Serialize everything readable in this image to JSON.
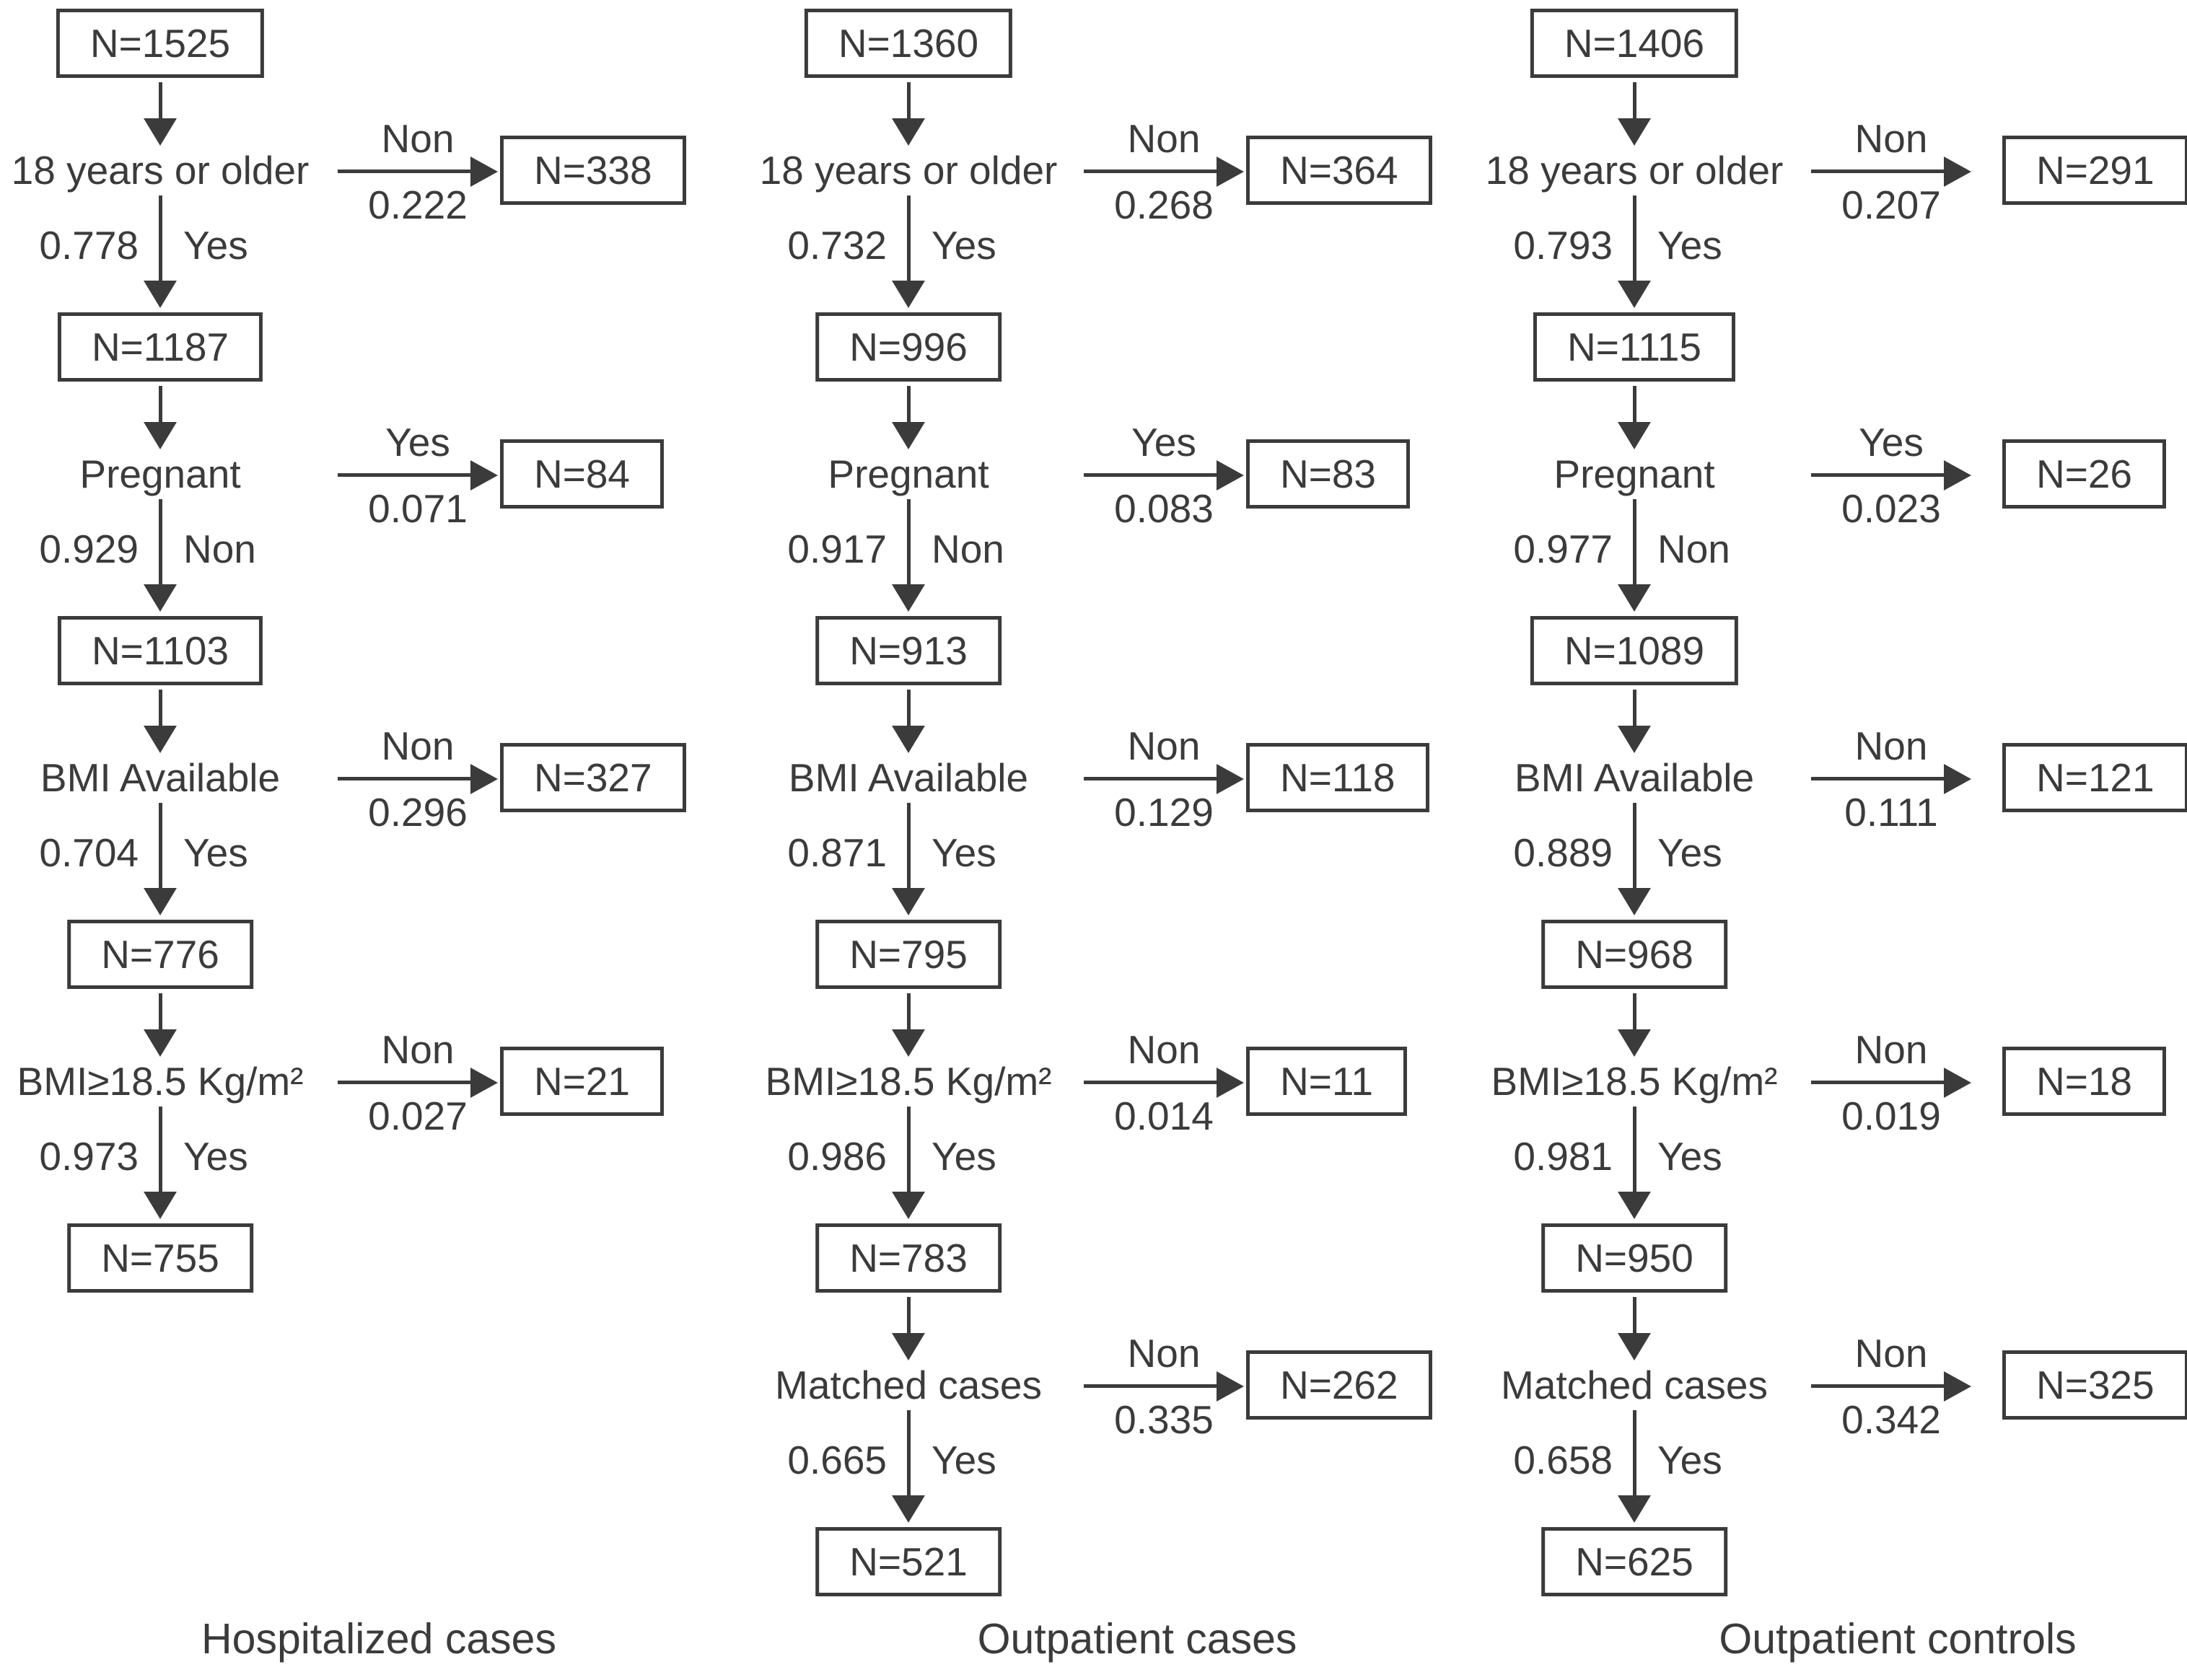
{
  "columns": [
    {
      "caption": "Hospitalized cases",
      "flow": [
        {
          "type": "box",
          "label": "N=1525"
        },
        {
          "type": "decision",
          "label": "18 years or older",
          "branch": {
            "label": "Non",
            "ratio": "0.222",
            "box": "N=338"
          },
          "down": {
            "ratio": "0.778",
            "label": "Yes"
          }
        },
        {
          "type": "box",
          "label": "N=1187"
        },
        {
          "type": "decision",
          "label": "Pregnant",
          "branch": {
            "label": "Yes",
            "ratio": "0.071",
            "box": "N=84"
          },
          "down": {
            "ratio": "0.929",
            "label": "Non"
          }
        },
        {
          "type": "box",
          "label": "N=1103"
        },
        {
          "type": "decision",
          "label": "BMI Available",
          "branch": {
            "label": "Non",
            "ratio": "0.296",
            "box": "N=327"
          },
          "down": {
            "ratio": "0.704",
            "label": "Yes"
          }
        },
        {
          "type": "box",
          "label": "N=776"
        },
        {
          "type": "decision",
          "label": "BMI≥18.5 Kg/m²",
          "branch": {
            "label": "Non",
            "ratio": "0.027",
            "box": "N=21"
          },
          "down": {
            "ratio": "0.973",
            "label": "Yes"
          }
        },
        {
          "type": "box",
          "label": "N=755"
        }
      ]
    },
    {
      "caption": "Outpatient cases",
      "flow": [
        {
          "type": "box",
          "label": "N=1360"
        },
        {
          "type": "decision",
          "label": "18 years or older",
          "branch": {
            "label": "Non",
            "ratio": "0.268",
            "box": "N=364"
          },
          "down": {
            "ratio": "0.732",
            "label": "Yes"
          }
        },
        {
          "type": "box",
          "label": "N=996"
        },
        {
          "type": "decision",
          "label": "Pregnant",
          "branch": {
            "label": "Yes",
            "ratio": "0.083",
            "box": "N=83"
          },
          "down": {
            "ratio": "0.917",
            "label": "Non"
          }
        },
        {
          "type": "box",
          "label": "N=913"
        },
        {
          "type": "decision",
          "label": "BMI Available",
          "branch": {
            "label": "Non",
            "ratio": "0.129",
            "box": "N=118"
          },
          "down": {
            "ratio": "0.871",
            "label": "Yes"
          }
        },
        {
          "type": "box",
          "label": "N=795"
        },
        {
          "type": "decision",
          "label": "BMI≥18.5 Kg/m²",
          "branch": {
            "label": "Non",
            "ratio": "0.014",
            "box": "N=11"
          },
          "down": {
            "ratio": "0.986",
            "label": "Yes"
          }
        },
        {
          "type": "box",
          "label": "N=783"
        },
        {
          "type": "decision",
          "label": "Matched cases",
          "branch": {
            "label": "Non",
            "ratio": "0.335",
            "box": "N=262"
          },
          "down": {
            "ratio": "0.665",
            "label": "Yes"
          }
        },
        {
          "type": "box",
          "label": "N=521"
        }
      ]
    },
    {
      "caption": "Outpatient controls",
      "flow": [
        {
          "type": "box",
          "label": "N=1406"
        },
        {
          "type": "decision",
          "label": "18 years or older",
          "branch": {
            "label": "Non",
            "ratio": "0.207",
            "box": "N=291"
          },
          "down": {
            "ratio": "0.793",
            "label": "Yes"
          }
        },
        {
          "type": "box",
          "label": "N=1115"
        },
        {
          "type": "decision",
          "label": "Pregnant",
          "branch": {
            "label": "Yes",
            "ratio": "0.023",
            "box": "N=26"
          },
          "down": {
            "ratio": "0.977",
            "label": "Non"
          }
        },
        {
          "type": "box",
          "label": "N=1089"
        },
        {
          "type": "decision",
          "label": "BMI Available",
          "branch": {
            "label": "Non",
            "ratio": "0.111",
            "box": "N=121"
          },
          "down": {
            "ratio": "0.889",
            "label": "Yes"
          }
        },
        {
          "type": "box",
          "label": "N=968"
        },
        {
          "type": "decision",
          "label": "BMI≥18.5 Kg/m²",
          "branch": {
            "label": "Non",
            "ratio": "0.019",
            "box": "N=18"
          },
          "down": {
            "ratio": "0.981",
            "label": "Yes"
          }
        },
        {
          "type": "box",
          "label": "N=950"
        },
        {
          "type": "decision",
          "label": "Matched cases",
          "branch": {
            "label": "Non",
            "ratio": "0.342",
            "box": "N=325"
          },
          "down": {
            "ratio": "0.658",
            "label": "Yes"
          }
        },
        {
          "type": "box",
          "label": "N=625"
        }
      ]
    }
  ]
}
